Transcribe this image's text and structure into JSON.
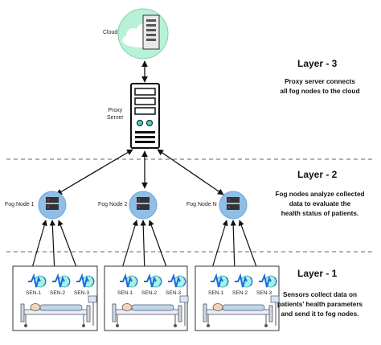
{
  "cloud": {
    "label": "Cloud"
  },
  "proxy": {
    "label_line1": "Proxy",
    "label_line2": "Server"
  },
  "layers": [
    {
      "title": "Layer - 3",
      "desc_lines": [
        "Proxy server connects",
        "all fog nodes to the cloud"
      ]
    },
    {
      "title": "Layer - 2",
      "desc_lines": [
        "Fog nodes analyze collected",
        "data to evaluate the",
        "health status of patients."
      ]
    },
    {
      "title": "Layer - 1",
      "desc_lines": [
        "Sensors collect data on",
        "patients' health parameters",
        "and send it to fog nodes."
      ]
    }
  ],
  "fog_nodes": [
    {
      "label": "Fog Node 1"
    },
    {
      "label": "Fog Node 2"
    },
    {
      "label": "Fog Node N"
    }
  ],
  "sensors": [
    "SEN-1",
    "SEN-2",
    "SEN-3"
  ],
  "colors": {
    "cloud_fill": "#b8f0d8",
    "fog_fill": "#8fbfe6",
    "sensor_wave": "#1e6bd6",
    "divider": "#666666"
  }
}
